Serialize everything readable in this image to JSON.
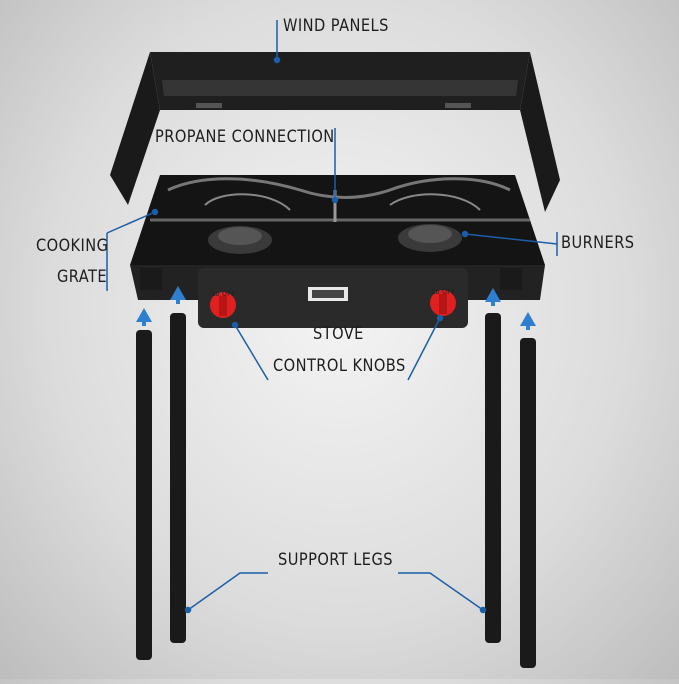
{
  "labels": {
    "wind_panels": "WIND PANELS",
    "propane_connection": "PROPANE CONNECTION",
    "cooking_line1": "COOKING",
    "cooking_line2": "GRATE",
    "burners": "BURNERS",
    "knobs_line1": "STOVE",
    "knobs_line2": "CONTROL KNOBS",
    "support_legs": "SUPPORT LEGS",
    "knob_text": "Lo OFF"
  },
  "colors": {
    "callout_line": "#1a5fa8",
    "arrow": "#2f7fd0",
    "metal_dark": "#1c1c1c",
    "metal_mid": "#2e2e2e",
    "knob_red": "#e02020",
    "label_text": "#1e1e1e"
  }
}
